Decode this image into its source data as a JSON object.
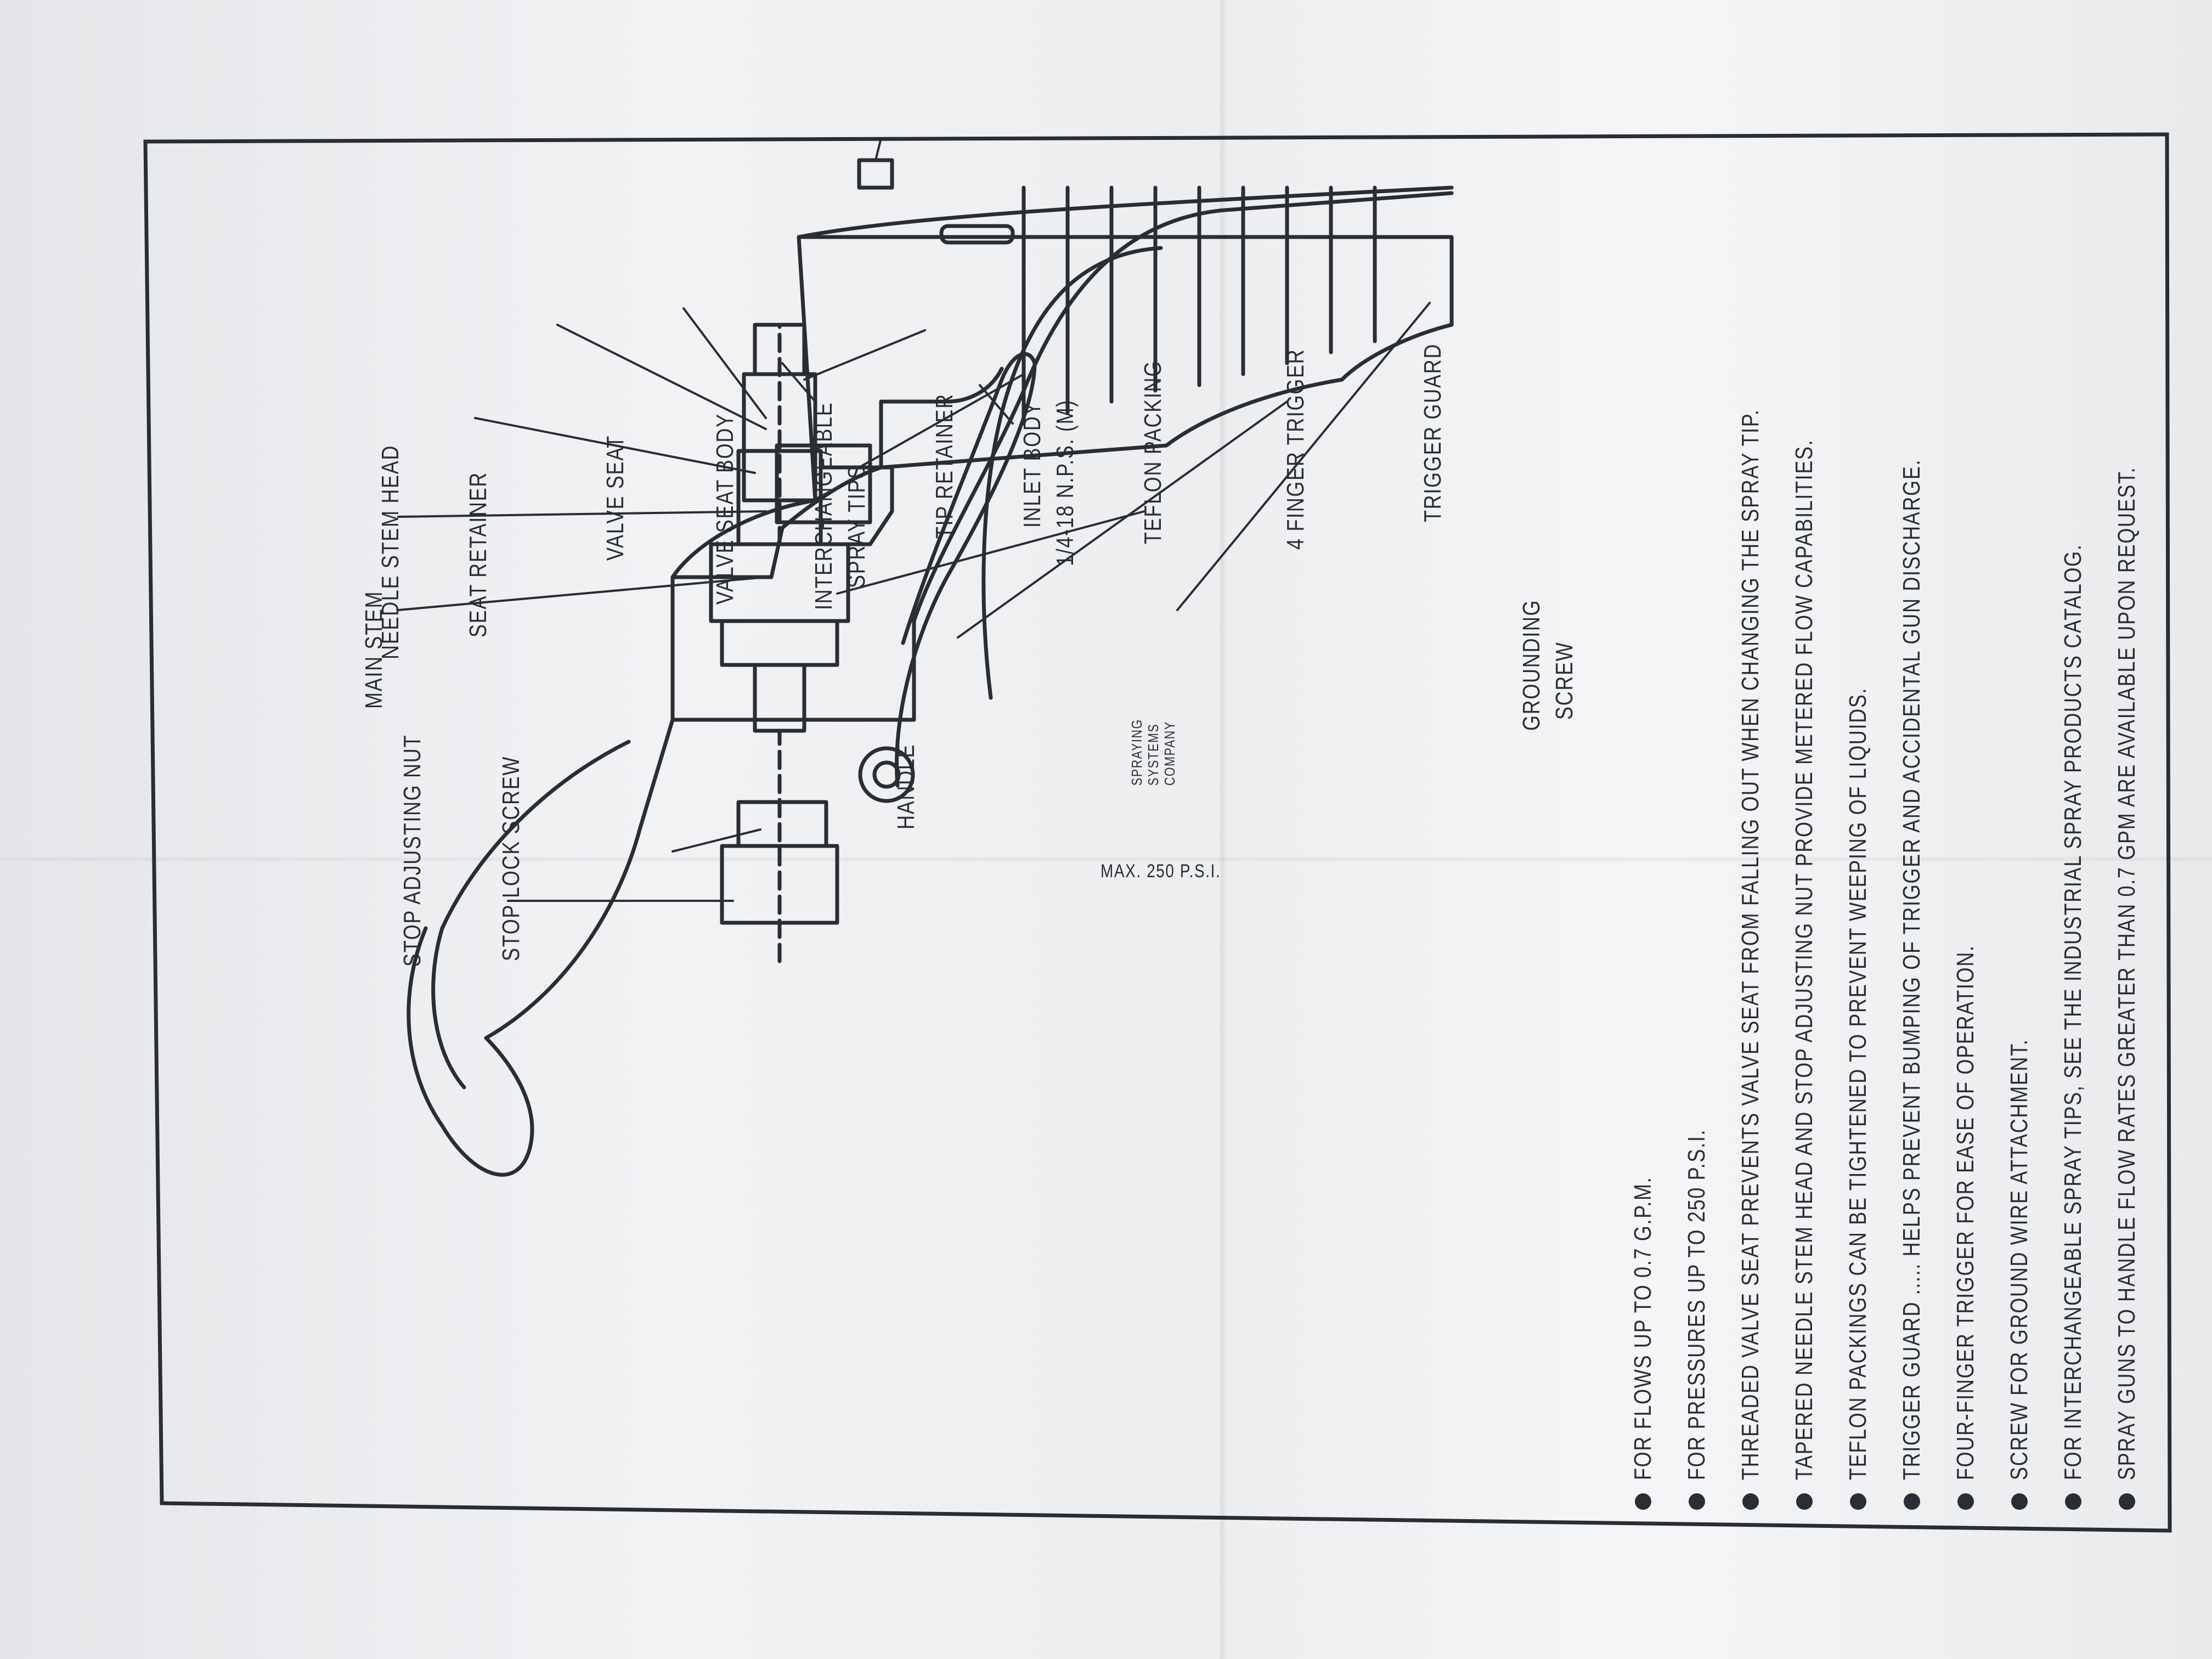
{
  "diagram": {
    "labels": {
      "main_stem": "MAIN STEM",
      "stop_adjusting_nut": "STOP ADJUSTING NUT",
      "stop_lock_screw": "STOP LOCK SCREW",
      "handle": "HANDLE",
      "grounding_screw_1": "GROUNDING",
      "grounding_screw_2": "SCREW",
      "needle_stem_head": "NEEDLE STEM HEAD",
      "seat_retainer": "SEAT RETAINER",
      "valve_seat": "VALVE SEAT",
      "valve_seat_body": "VALVE SEAT BODY",
      "spray_tips_1": "INTERCHANGEABLE",
      "spray_tips_2": "SPRAY TIPS",
      "tip_retainer": "TIP RETAINER",
      "inlet_body_1": "INLET BODY",
      "inlet_body_2": "1/4-18 N.P.S. (M)",
      "teflon_packing": "TEFLON PACKING",
      "four_finger_trigger": "4 FINGER TRIGGER",
      "trigger_guard": "TRIGGER GUARD"
    },
    "gun_markings": {
      "max_pressure": "MAX. 250 P.S.I.",
      "brand_1": "SPRAYING",
      "brand_2": "SYSTEMS",
      "brand_3": "COMPANY"
    }
  },
  "notes": [
    "FOR FLOWS UP TO 0.7 G.P.M.",
    "FOR PRESSURES UP TO 250 P.S.I.",
    "THREADED VALVE SEAT PREVENTS VALVE SEAT FROM FALLING OUT WHEN CHANGING THE SPRAY TIP.",
    "TAPERED NEEDLE STEM HEAD AND STOP ADJUSTING NUT PROVIDE METERED FLOW CAPABILITIES.",
    "TEFLON PACKINGS CAN BE TIGHTENED TO PREVENT WEEPING OF LIQUIDS.",
    "TRIGGER GUARD ..... HELPS PREVENT BUMPING OF TRIGGER AND ACCIDENTAL GUN DISCHARGE.",
    "FOUR-FINGER TRIGGER FOR EASE OF OPERATION.",
    "SCREW FOR GROUND WIRE ATTACHMENT.",
    "FOR INTERCHANGEABLE SPRAY TIPS, SEE THE INDUSTRIAL SPRAY PRODUCTS CATALOG.",
    "SPRAY GUNS TO HANDLE FLOW RATES GREATER THAN 0.7 GPM ARE AVAILABLE UPON REQUEST."
  ]
}
